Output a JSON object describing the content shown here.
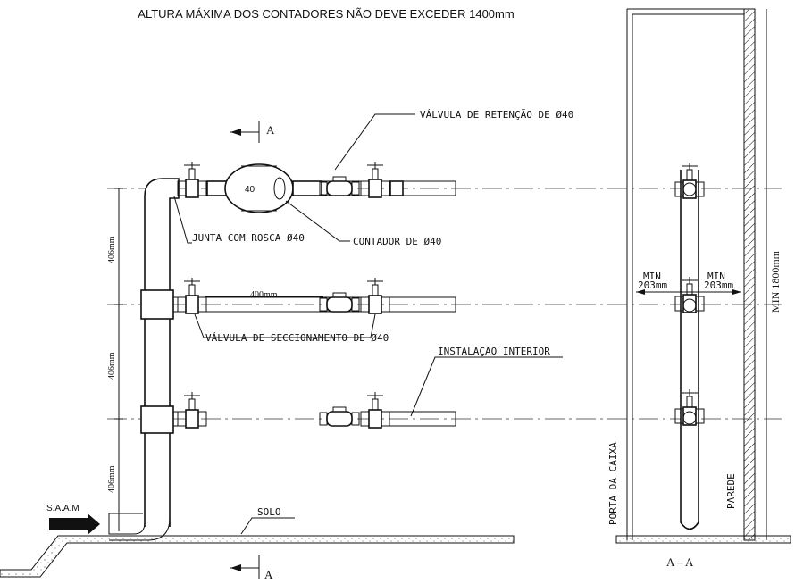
{
  "title": "ALTURA MÁXIMA DOS CONTADORES NÃO DEVE EXCEDER 1400mm",
  "section_marker": "A",
  "labels": {
    "retention_valve": "VÁLVULA DE RETENÇÃO DE Ø40",
    "threaded_joint": "JUNTA COM ROSCA Ø40",
    "meter": "CONTADOR DE Ø40",
    "meter_size": "40",
    "spacing": "400mm",
    "isolation_valve": "VÁLVULA DE SECCIONAMENTO DE Ø40",
    "interior_installation": "INSTALAÇÃO INTERIOR",
    "ground": "SOLO",
    "supply": "S.A.A.M",
    "riser_dims": [
      "406mm",
      "406mm",
      "406mm"
    ]
  },
  "section": {
    "title": "A – A",
    "min_label": "MIN",
    "min_value": "203mm",
    "height": "MIN 1800mm",
    "door": "PORTA DA CAIXA",
    "wall": "PAREDE"
  }
}
